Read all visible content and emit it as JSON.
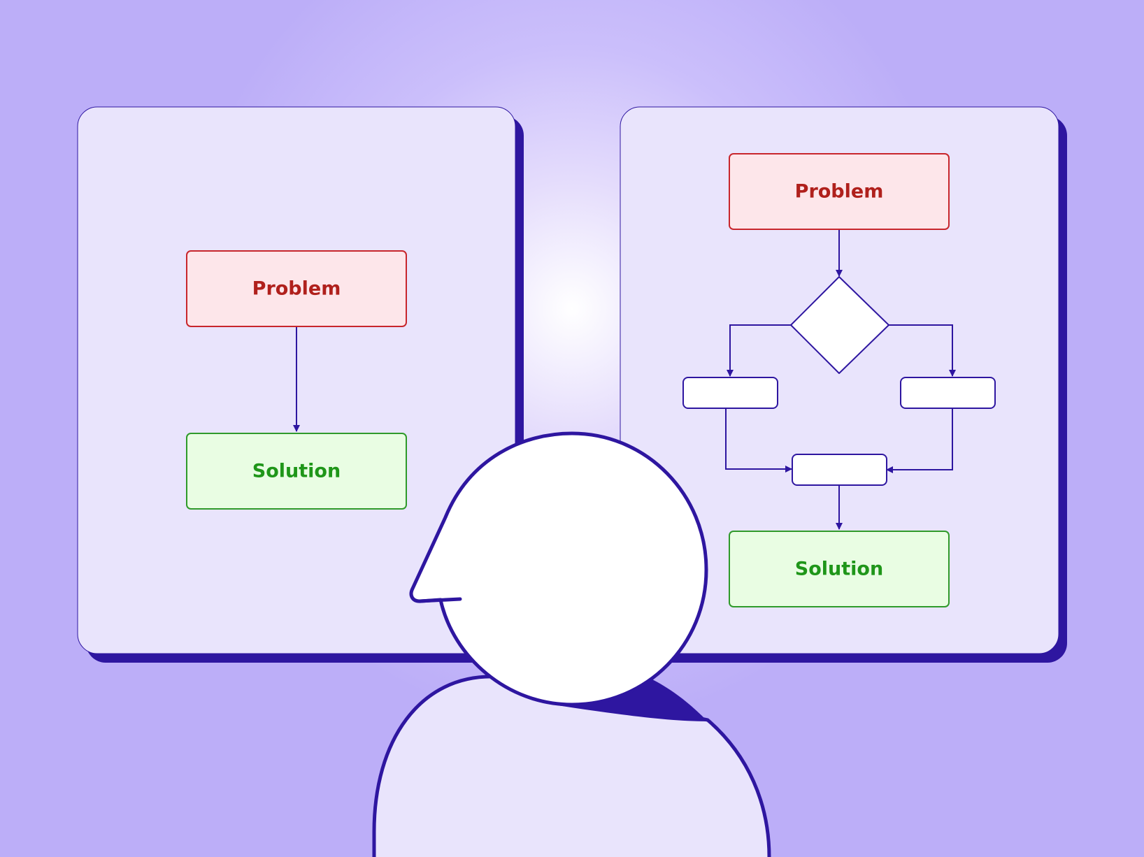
{
  "colors": {
    "outline": "#2e16a0",
    "card_fill": "#e9e4fc",
    "problem_fill": "#fde6ea",
    "problem_stroke": "#c8262c",
    "problem_text": "#b0201c",
    "solution_fill": "#e9fde3",
    "solution_stroke": "#2f9a2a",
    "solution_text": "#1f9619",
    "plain_fill": "#ffffff"
  },
  "left_card": {
    "problem_label": "Problem",
    "solution_label": "Solution"
  },
  "right_card": {
    "problem_label": "Problem",
    "solution_label": "Solution"
  },
  "figure": {
    "head_icon": "person-head-profile",
    "body_icon": "person-shoulders"
  }
}
